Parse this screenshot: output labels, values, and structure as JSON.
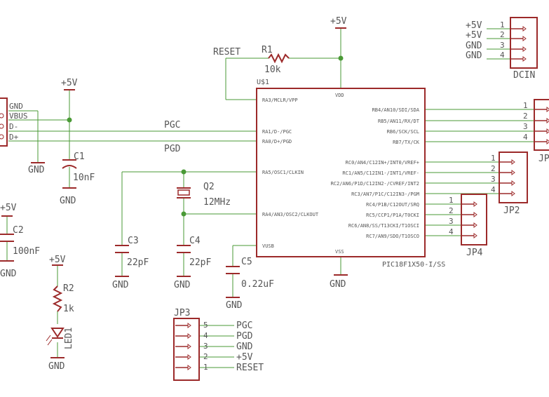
{
  "power_labels": {
    "vcc": "+5V",
    "gnd": "GND"
  },
  "mcu": {
    "name": "U$1",
    "part": "PIC18F1X50-I/SS",
    "pins_left": [
      "RA3/MCLR/VPP",
      "RA1/D-/PGC",
      "RA0/D+/PGD",
      "RA5/OSC1/CLKIN",
      "RA4/AN3/OSC2/CLKOUT",
      "VUSB"
    ],
    "pins_right": [
      "RB4/AN10/SDI/SDA",
      "RB5/AN11/RX/DT",
      "RB6/SCK/SCL",
      "RB7/TX/CK",
      "RC0/AN4/C12IN+/INT0/VREF+",
      "RC1/AN5/C12IN1-/INT1/VREF-",
      "RC2/AN6/P1D/C12IN2-/CVREF/INT2",
      "RC3/AN7/P1C/C12IN3-/PGM",
      "RC4/P1B/C12OUT/SRQ",
      "RC5/CCP1/P1A/T0CKI",
      "RC6/AN8/SS/T13CKI/T1OSCI",
      "RC7/AN9/SDO/T1OSCO"
    ],
    "vdd": "VDD",
    "vss": "VSS"
  },
  "resistors": {
    "r1": {
      "name": "R1",
      "value": "10k"
    },
    "r2": {
      "name": "R2",
      "value": "1k"
    }
  },
  "capacitors": {
    "c1": {
      "name": "C1",
      "value": "10nF"
    },
    "c2": {
      "name": "C2",
      "value": "100nF"
    },
    "c3": {
      "name": "C3",
      "value": "22pF"
    },
    "c4": {
      "name": "C4",
      "value": "22pF"
    },
    "c5": {
      "name": "C5",
      "value": "0.22uF"
    }
  },
  "crystal": {
    "name": "Q2",
    "value": "12MHz"
  },
  "led": {
    "name": "LED1"
  },
  "net_labels": {
    "reset": "RESET",
    "pgc": "PGC",
    "pgd": "PGD"
  },
  "usb_pins": [
    "GND",
    "VBUS",
    "D-",
    "D+"
  ],
  "dcin": {
    "name": "DCIN",
    "pins": [
      "1",
      "2",
      "3",
      "4"
    ],
    "signals": [
      "+5V",
      "+5V",
      "GND",
      "GND"
    ]
  },
  "jp1": {
    "name": "JP",
    "pins": [
      "1",
      "2",
      "3",
      "4"
    ]
  },
  "jp2": {
    "name": "JP2",
    "pins": [
      "1",
      "2",
      "3",
      "4"
    ]
  },
  "jp4": {
    "name": "JP4",
    "pins": [
      "1",
      "2",
      "3",
      "4"
    ]
  },
  "jp3": {
    "name": "JP3",
    "pins": [
      "5",
      "4",
      "3",
      "2",
      "1"
    ],
    "signals": [
      "PGC",
      "PGD",
      "GND",
      "+5V",
      "RESET"
    ]
  }
}
